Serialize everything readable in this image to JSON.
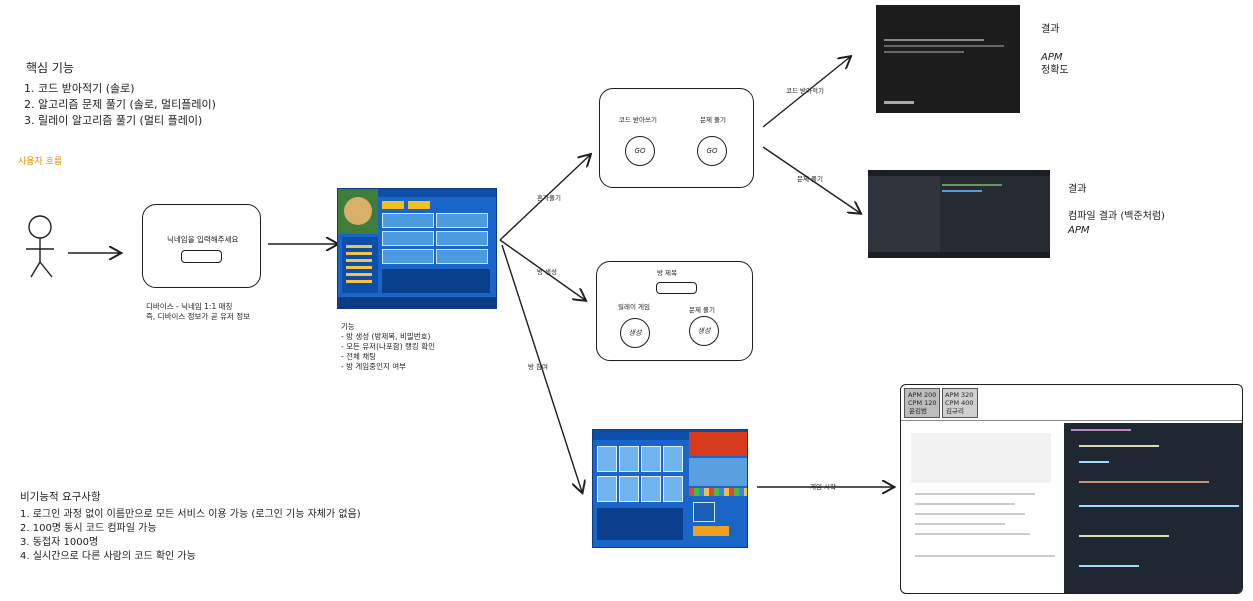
{
  "core": {
    "title": "핵심 기능",
    "items": [
      "1. 코드 받아적기 (솔로)",
      "2. 알고리즘 문제 풀기 (솔로, 멀티플레이)",
      "3. 릴레이 알고리즘 풀기 (멀티 플레이)"
    ]
  },
  "flow_label": "사용자 흐름",
  "colors": {
    "accent": "#f08c00",
    "stroke": "#1e1e1e",
    "game_blue": "#1a66c8"
  },
  "login": {
    "prompt": "닉네임을 입력해주세요",
    "note": [
      "디바이스 - 닉네임 1:1 매칭",
      "즉, 디바이스 정보가 곧 유저 정보"
    ]
  },
  "lobby_features": {
    "title": "기능",
    "items": [
      "- 방 생성 (방제목, 비밀번호)",
      "- 모든 유저(나포함) 랭킹 확인",
      "- 전체 채팅",
      "- 방 게임중인지 여부"
    ]
  },
  "edges": {
    "solo": "혼자풀기",
    "create": "방 생성",
    "join": "방 참여",
    "typing": "코드 받아적기",
    "problem": "문제 풀기",
    "start": "게임 시작"
  },
  "solo_box": {
    "typing_label": "코드 받아쓰기",
    "problem_label": "문제 풀기",
    "go": "GO"
  },
  "room_box": {
    "title_label": "방 제목",
    "relay_label": "릴레이 게임",
    "problem_label": "문제 풀기",
    "create": "생성"
  },
  "result_typing": {
    "title": "결과",
    "lines": [
      "APM",
      "정확도"
    ]
  },
  "result_problem": {
    "title": "결과",
    "lines": [
      "컴파일 결과 (백준처럼)",
      "APM"
    ]
  },
  "relay": {
    "players": [
      {
        "stats": "APM 200\nCPM 120",
        "name": "윤김범"
      },
      {
        "stats": "APM 320\nCPM 400",
        "name": "김규리"
      }
    ]
  },
  "nonfunc": {
    "title": "비기능적 요구사항",
    "items": [
      "1. 로그인 과정 없이 이름만으로 모든 서비스 이용 가능 (로그인 기능 자체가 없음)",
      "2. 100명 동시 코드 컴파일 가능",
      "3. 동접자 1000명",
      "4. 실시간으로 다른 사람의 코드 확인 가능"
    ]
  }
}
